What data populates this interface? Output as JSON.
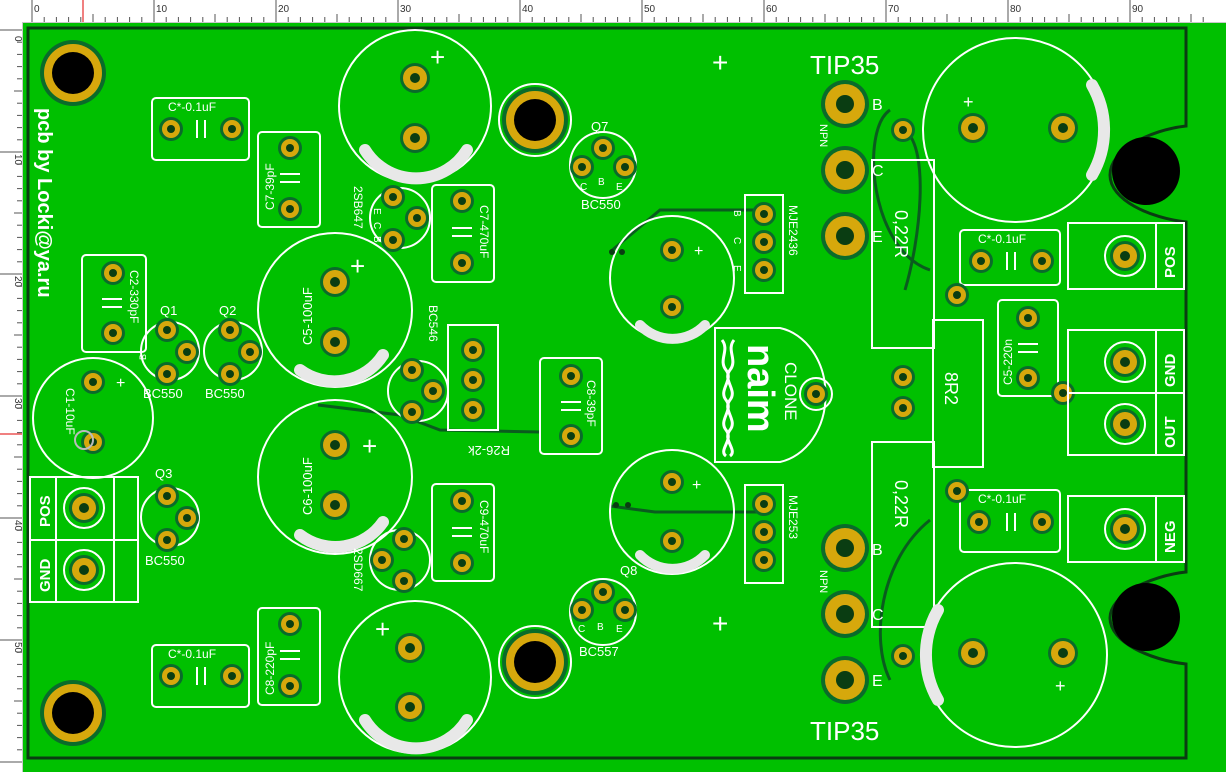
{
  "ruler": {
    "unit": "mm",
    "top_labels": [
      "0",
      "10",
      "20",
      "30",
      "40",
      "50",
      "60",
      "70",
      "80",
      "90"
    ],
    "left_labels": [
      "0",
      "10",
      "20",
      "30",
      "40",
      "50"
    ]
  },
  "colors": {
    "board": "#00c000",
    "pad": "#d6a80c",
    "silk": "#ffffff",
    "trace": "#0a5c1e",
    "hole": "#000000"
  },
  "board": {
    "credit": "pcb by Locki@ya.ru",
    "logo_text": "naim",
    "logo_sub": "CLONE",
    "plus": "+"
  },
  "components": {
    "c_top": "C*-0.1uF",
    "c_bottom": "C*-0.1uF",
    "c7": "C7-39pF",
    "c2": "C2-330pF",
    "c8a": "C8-220pF",
    "c7b": "C7-470uF",
    "c9": "C9-470uF",
    "c5a": "C5-100uF",
    "c6": "C6-100uF",
    "c8b": "C8-39pF",
    "c1": "C1-10uF",
    "q1": "Q1",
    "q2": "Q2",
    "q3": "Q3",
    "q7": "Q7",
    "q8": "Q8",
    "bc550": "BC550",
    "bc557": "BC557",
    "bc546": "BC546",
    "sb647": "2SB647",
    "sd667": "2SD667",
    "r26": "R26-2k",
    "mje2436": "MJE2436",
    "mje253": "MJE253",
    "tip35": "TIP35",
    "npn": "NPN",
    "r022": "0,22R",
    "r8r2": "8R2",
    "c_right1": "C*-0.1uF",
    "c_right2": "C*-0.1uF",
    "c5b": "C5-220n",
    "pins": {
      "c": "C",
      "b": "B",
      "e": "E"
    }
  },
  "connectors": {
    "pos": "POS",
    "gnd": "GND",
    "out": "OUT",
    "neg": "NEG"
  }
}
